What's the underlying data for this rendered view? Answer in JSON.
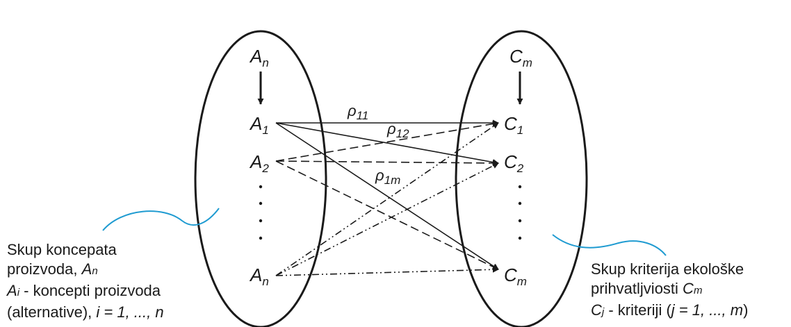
{
  "left_set": {
    "top": {
      "base": "A",
      "sub": "n"
    },
    "nodes": [
      {
        "id": "A1",
        "base": "A",
        "sub": "1"
      },
      {
        "id": "A2",
        "base": "A",
        "sub": "2"
      },
      {
        "id": "An",
        "base": "A",
        "sub": "n"
      }
    ]
  },
  "right_set": {
    "top": {
      "base": "C",
      "sub": "m"
    },
    "nodes": [
      {
        "id": "C1",
        "base": "C",
        "sub": "1"
      },
      {
        "id": "C2",
        "base": "C",
        "sub": "2"
      },
      {
        "id": "Cm",
        "base": "C",
        "sub": "m"
      }
    ]
  },
  "relations": [
    {
      "from": "A1",
      "to": "C1",
      "style": "solid"
    },
    {
      "from": "A1",
      "to": "C2",
      "style": "solid"
    },
    {
      "from": "A1",
      "to": "Cm",
      "style": "solid"
    },
    {
      "from": "A2",
      "to": "C1",
      "style": "dashed"
    },
    {
      "from": "A2",
      "to": "C2",
      "style": "dashed"
    },
    {
      "from": "A2",
      "to": "Cm",
      "style": "dashed"
    },
    {
      "from": "An",
      "to": "C1",
      "style": "dashdot"
    },
    {
      "from": "An",
      "to": "C2",
      "style": "dashdot"
    },
    {
      "from": "An",
      "to": "Cm",
      "style": "dashdot"
    }
  ],
  "rho_labels": [
    {
      "base": "ρ",
      "sub": "11"
    },
    {
      "base": "ρ",
      "sub": "12"
    },
    {
      "base": "ρ",
      "sub": "1m"
    }
  ],
  "colors": {
    "ink": "#1a1a1a",
    "leader": "#1f9bd1"
  },
  "left_caption": {
    "line1": "Skup koncepata",
    "line2_text": "proizvoda, ",
    "line2_base": "A",
    "line2_sub": "n",
    "line3_base": "A",
    "line3_sub": "i",
    "line3_text": " - koncepti proizvoda",
    "line4_text": "(alternative), ",
    "line4_math1": "i = 1, ..., n"
  },
  "right_caption": {
    "line1": "Skup kriterija ekološke",
    "line2_text": "prihvatljviosti ",
    "line2_base": "C",
    "line2_sub": "m",
    "line3_base": "C",
    "line3_sub": "j",
    "line3_text": " - kriteriji (",
    "line3_math": "j = 1, ..., m",
    "line3_end": ")"
  }
}
